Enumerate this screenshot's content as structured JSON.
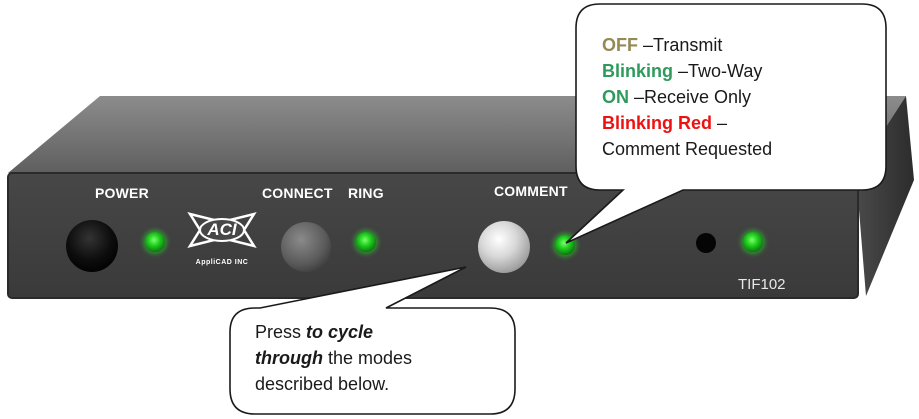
{
  "device": {
    "labels": {
      "power": "POWER",
      "connect": "CONNECT",
      "ring": "RING",
      "comment": "COMMENT"
    },
    "model": "TIF102",
    "logo": {
      "mark": "ACI",
      "company": "AppliCAD INC"
    },
    "led_color": "#22cc22"
  },
  "callout_top": {
    "items": [
      {
        "key": "OFF",
        "key_color": "#948a54",
        "desc": " –Transmit"
      },
      {
        "key": "Blinking",
        "key_color": "#2e9a5c",
        "desc": " –Two-Way"
      },
      {
        "key": "ON",
        "key_color": "#2e9a5c",
        "desc": " –Receive Only"
      },
      {
        "key": "Blinking Red",
        "key_color": "#ee1111",
        "desc": " –"
      }
    ],
    "continuation": "Comment Requested"
  },
  "callout_bottom": {
    "line1_pre": "Press ",
    "line1_em": "to cycle",
    "line2_em": "through",
    "line2_post": " the modes",
    "line3": "described below."
  }
}
